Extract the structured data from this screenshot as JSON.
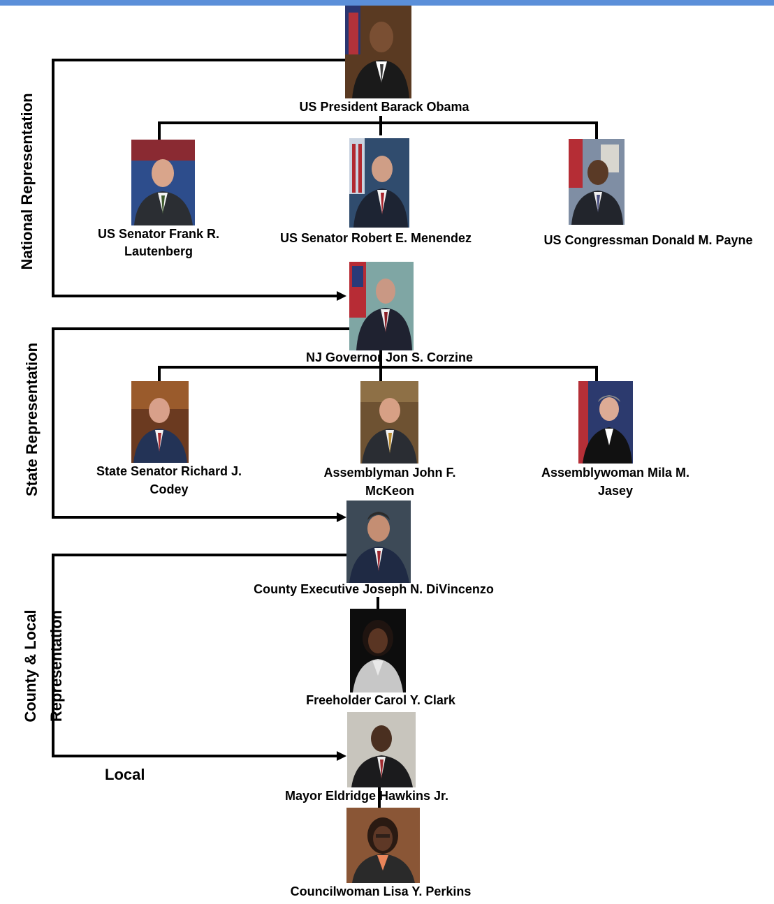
{
  "colors": {
    "top_bar": "#5b8fd9",
    "connector": "#000000"
  },
  "section_labels": {
    "national": "National Representation",
    "state": "State Representation",
    "county_line1": "County & Local",
    "county_line2": "Representation",
    "local": "Local"
  },
  "officials": {
    "president": "US President Barack Obama",
    "senator_lautenberg_line1": "US Senator Frank R.",
    "senator_lautenberg_line2": "Lautenberg",
    "senator_menendez": "US Senator Robert E. Menendez",
    "congressman_payne": "US Congressman Donald M. Payne",
    "governor": "NJ Governor Jon S. Corzine",
    "state_senator_line1": "State Senator Richard J.",
    "state_senator_line2": "Codey",
    "assemblyman_line1": "Assemblyman John F.",
    "assemblyman_line2": "McKeon",
    "assemblywoman_line1": "Assemblywoman  Mila M.",
    "assemblywoman_line2": "Jasey",
    "county_executive": "County Executive Joseph N. DiVincenzo",
    "freeholder": "Freeholder Carol Y. Clark",
    "mayor": "Mayor Eldridge  Hawkins Jr.",
    "councilwoman": "Councilwoman Lisa Y. Perkins"
  }
}
